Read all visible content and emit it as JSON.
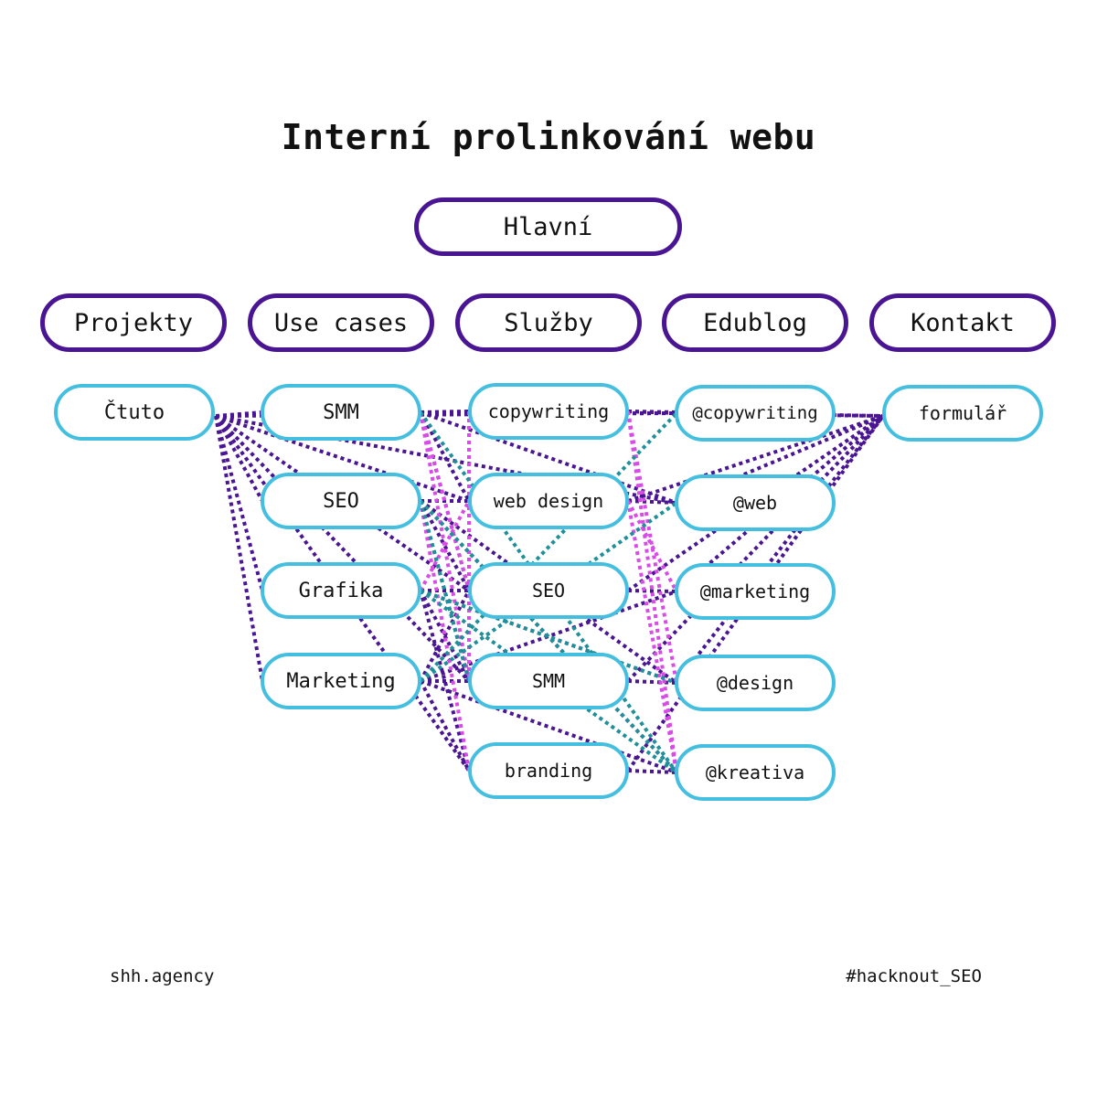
{
  "title": "Interní prolinkování webu",
  "home": "Hlavní",
  "sections": [
    "Projekty",
    "Use cases",
    "Služby",
    "Edublog",
    "Kontakt"
  ],
  "projects": [
    "Čtuto"
  ],
  "use_cases": [
    "SMM",
    "SEO",
    "Grafika",
    "Marketing"
  ],
  "services": [
    "copywriting",
    "web design",
    "SEO",
    "SMM",
    "branding"
  ],
  "edublog": [
    "@copywriting",
    "@web",
    "@marketing",
    "@design",
    "@kreativa"
  ],
  "contact": [
    "formulář"
  ],
  "footer": {
    "left": "shh.agency",
    "right": "#hacknout_SEO"
  },
  "colors": {
    "nav_border": "#4a1592",
    "page_border": "#45bfe0",
    "link_dark": "#4a1592",
    "link_pink": "#d94be6",
    "link_teal": "#1f8f9a"
  }
}
